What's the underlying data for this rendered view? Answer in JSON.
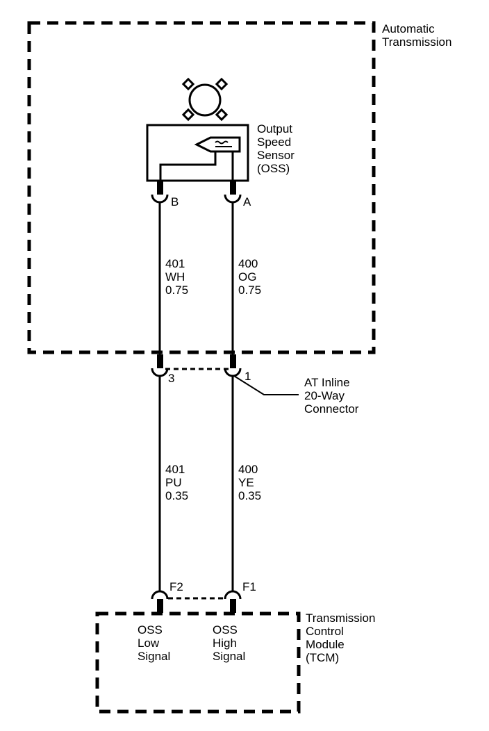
{
  "automatic_transmission": {
    "label_line1": "Automatic",
    "label_line2": "Transmission"
  },
  "oss_sensor": {
    "label_line1": "Output",
    "label_line2": "Speed",
    "label_line3": "Sensor",
    "label_line4": "(OSS)"
  },
  "sensor_pins": {
    "pin_b": "B",
    "pin_a": "A"
  },
  "upper_wires": {
    "left": {
      "circuit": "401",
      "color": "WH",
      "gauge": "0.75"
    },
    "right": {
      "circuit": "400",
      "color": "OG",
      "gauge": "0.75"
    }
  },
  "inline_connector": {
    "pin_left": "3",
    "pin_right": "1",
    "label_line1": "AT Inline",
    "label_line2": "20-Way",
    "label_line3": "Connector"
  },
  "lower_wires": {
    "left": {
      "circuit": "401",
      "color": "PU",
      "gauge": "0.35"
    },
    "right": {
      "circuit": "400",
      "color": "YE",
      "gauge": "0.35"
    }
  },
  "tcm": {
    "pin_left": "F2",
    "pin_right": "F1",
    "left_signal_line1": "OSS",
    "left_signal_line2": "Low",
    "left_signal_line3": "Signal",
    "right_signal_line1": "OSS",
    "right_signal_line2": "High",
    "right_signal_line3": "Signal",
    "label_line1": "Transmission",
    "label_line2": "Control",
    "label_line3": "Module",
    "label_line4": "(TCM)"
  }
}
